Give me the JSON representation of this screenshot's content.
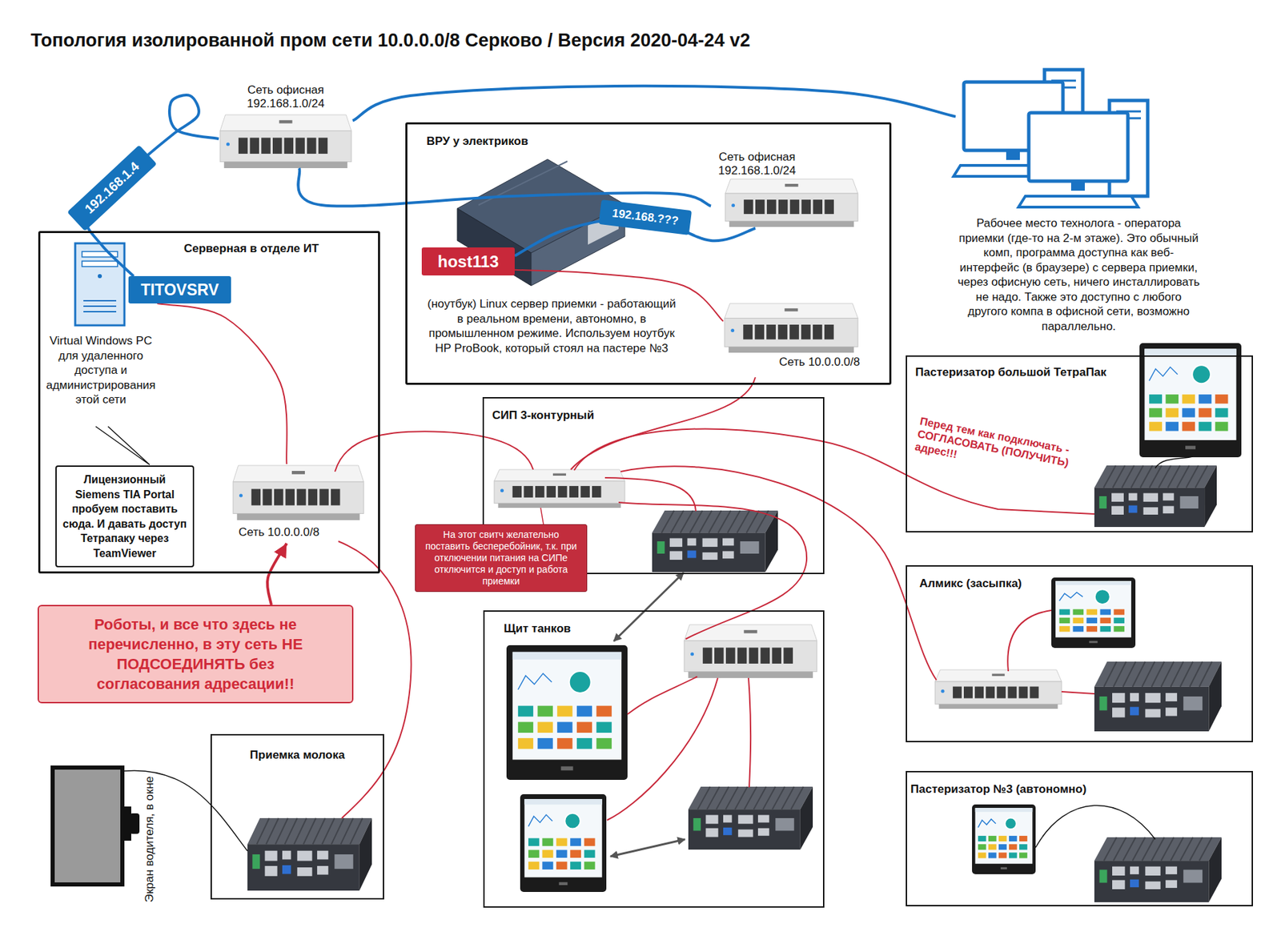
{
  "diagram": {
    "title": "Топология изолированной пром сети 10.0.0.0/8 Серково / Версия 2020-04-24 v2",
    "nodes": [
      {
        "text": [
          "Сеть офисная 192.168.1.0/24"
        ]
      },
      {
        "text": [
          "ВРУ у электриков"
        ]
      },
      {
        "text": [
          "Сеть офисная 192.168.1.0/24"
        ],
        "in": 1
      },
      {
        "text": [
          "host113"
        ],
        "in": 1
      },
      {
        "text": [
          "Сеть 10.0.0.0/8"
        ],
        "in": 1
      },
      {
        "text": [
          "Рабочее место технолога - оператора приемки (где-то на 2-м этаже). Это обычный комп, программа доступна как веб-интерфейс (в браузере) с сервера приемки, через офисную сеть, ничего инсталлировать не надо. Также это доступно с любого другого компа в офисной сети, возможно параллельно."
        ]
      },
      {
        "text": [
          "Серверная в отделе ИТ"
        ]
      },
      {
        "text": [
          "TITOVSRV"
        ],
        "in": 6
      },
      {
        "text": [
          "Лицензионный Siemens TIA Portal пробуем поставить сюда. И давать доступ Тетрапаку через TeamViewer"
        ],
        "in": 6
      },
      {
        "text": [
          "Сеть 10.0.0.0/8"
        ],
        "in": 6
      },
      {
        "text": [
          "Пастеризатор большой ТетраПак"
        ]
      },
      {
        "text": [
          "СИП 3-контурный"
        ]
      },
      {
        "text": [
          "На этот свитч желательно поставить бесперебойник, т.к. при отключении питания на СИПе отключится и доступ и работа приемки"
        ]
      },
      {
        "text": [
          "Алмикс (засыпка)"
        ]
      },
      {
        "text": [
          "Роботы, и все что здесь не перечисленно, в эту сеть НЕ ПОДСОЕДИНЯТЬ без согласования адресации!!"
        ]
      },
      {
        "text": [
          "Щит танков"
        ]
      },
      {
        "text": [
          "Приемка молока"
        ]
      },
      {
        "text": [
          "Пастеризатор №3 (автономно)"
        ]
      }
    ],
    "edges": [
      {
        "from": 7,
        "to": 0,
        "label": "192.168.1.4",
        "arrow": "none"
      },
      {
        "from": 0,
        "to": 5,
        "arrow": "none"
      },
      {
        "from": 0,
        "to": 2,
        "arrow": "none"
      },
      {
        "from": 3,
        "to": 2,
        "label": "192.168.???",
        "arrow": "none"
      },
      {
        "from": 3,
        "to": 4,
        "arrow": "none"
      },
      {
        "from": 7,
        "to": 9,
        "arrow": "none"
      },
      {
        "from": 14,
        "to": 9,
        "arrow": "to"
      }
    ],
    "labels": [
      "(ноутбук) Linux сервер приемки - работающий в реальном времени, автономно, в промышленном режиме. Используем ноутбук HP ProBook, который стоял на пастере №3",
      "Virtual Windows PC для удаленного доступа и администрирования этой сети",
      "Перед тем как подключать - СОГЛАСОВАТЬ (ПОЛУЧИТЬ) адрес!!!",
      "Экран водителя, в окне"
    ]
  }
}
